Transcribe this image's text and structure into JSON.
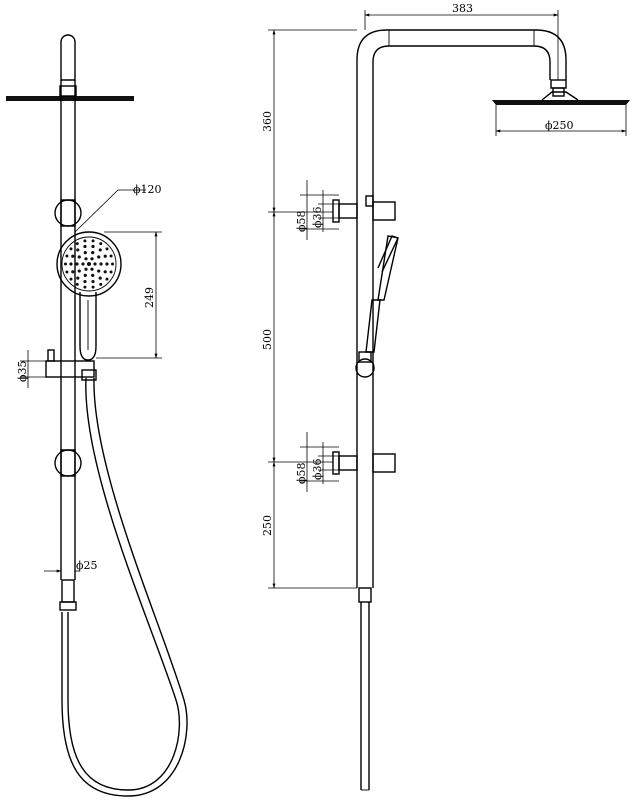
{
  "dimensions": {
    "height_total": "360",
    "height_mid": "500",
    "height_low": "250",
    "arm_length": "383",
    "rain_head_dia": "ϕ250",
    "hand_shower_dia": "ϕ120",
    "hand_shower_height": "249",
    "holder_dia": "ϕ35",
    "rail_dia": "ϕ25",
    "top_bracket_outer": "ϕ58",
    "top_bracket_inner": "ϕ36",
    "low_bracket_outer": "ϕ58",
    "low_bracket_inner": "ϕ36"
  }
}
